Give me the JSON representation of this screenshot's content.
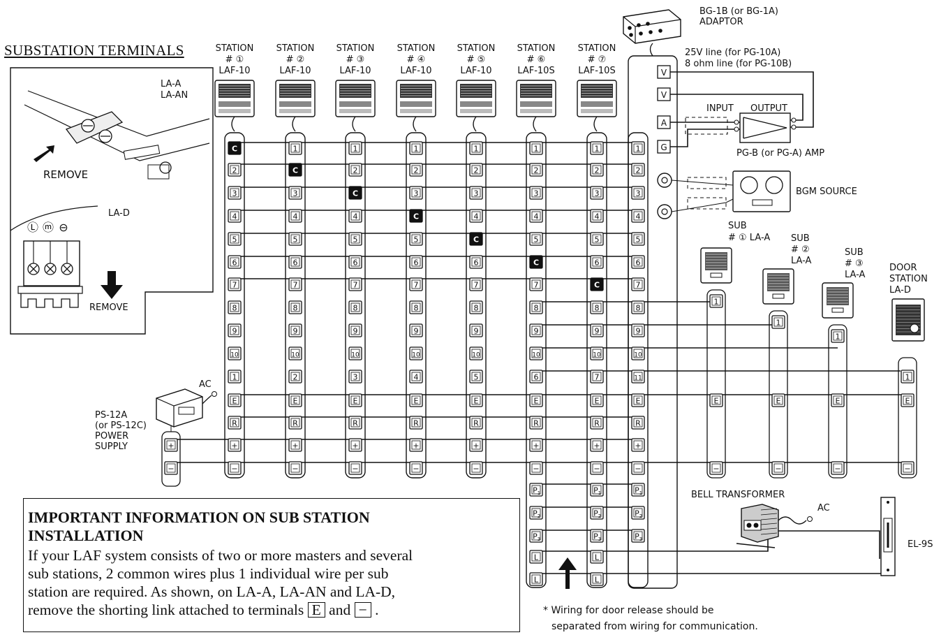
{
  "substation_panel": {
    "title": "SUBSTATION TERMINALS",
    "la_a_label": "LA-A",
    "la_an_label": "LA-AN",
    "remove_top": "REMOVE",
    "la_d_label": "LA-D",
    "remove_bottom": "REMOVE",
    "terminal_symbols": [
      "Ⓛ",
      "ⓜ",
      "⊖"
    ]
  },
  "stations": [
    {
      "line1": "STATION",
      "line2": "# ①",
      "model": "LAF-10"
    },
    {
      "line1": "STATION",
      "line2": "# ②",
      "model": "LAF-10"
    },
    {
      "line1": "STATION",
      "line2": "# ③",
      "model": "LAF-10"
    },
    {
      "line1": "STATION",
      "line2": "# ④",
      "model": "LAF-10"
    },
    {
      "line1": "STATION",
      "line2": "# ⑤",
      "model": "LAF-10"
    },
    {
      "line1": "STATION",
      "line2": "# ⑥",
      "model": "LAF-10S"
    },
    {
      "line1": "STATION",
      "line2": "# ⑦",
      "model": "LAF-10S"
    }
  ],
  "terminal_common_letter": "C",
  "row11_labels": [
    "1",
    "2",
    "3",
    "4",
    "5",
    "6",
    "7",
    "11"
  ],
  "terminals": {
    "numbered": [
      "1",
      "2",
      "3",
      "4",
      "5",
      "6",
      "7",
      "8",
      "9",
      "10"
    ],
    "e": "E",
    "r": "R",
    "plus": "+",
    "minus": "−",
    "p1": "P1",
    "p2": "P2",
    "p3": "P3",
    "l": "L"
  },
  "adaptor": {
    "line1": "BG-1B (or BG-1A)",
    "line2": "ADAPTOR"
  },
  "line_notes": {
    "line1": "25V line (for PG-10A)",
    "line2": "8 ohm line (for PG-10B)"
  },
  "adaptor_terminals": [
    "V",
    "V",
    "A",
    "G"
  ],
  "amp": {
    "input": "INPUT",
    "output": "OUTPUT",
    "label": "PG-B (or PG-A) AMP"
  },
  "bgm": {
    "label": "BGM SOURCE"
  },
  "subs": [
    {
      "line1": "SUB",
      "line2": "# ①  LA-A",
      "line3": ""
    },
    {
      "line1": "SUB",
      "line2": "# ②",
      "line3": "LA-A"
    },
    {
      "line1": "SUB",
      "line2": "# ③",
      "line3": "LA-A"
    }
  ],
  "door": {
    "line1": "DOOR",
    "line2": "STATION",
    "line3": "LA-D"
  },
  "sub_terminals": {
    "one": "1",
    "e": "E",
    "minus": "−"
  },
  "power": {
    "ac": "AC",
    "line1": "PS-12A",
    "line2": "(or PS-12C)",
    "line3": "POWER",
    "line4": "SUPPLY"
  },
  "bell": {
    "label": "BELL TRANSFORMER",
    "ac": "AC"
  },
  "el": {
    "label": "EL-9S"
  },
  "info": {
    "title_line1": "IMPORTANT INFORMATION ON SUB STATION",
    "title_line2": "INSTALLATION",
    "body_line1": "If your LAF system consists of two or more masters and several",
    "body_line2": "sub stations, 2 common wires plus 1 individual wire per sub",
    "body_line3": "station are required.  As shown, on LA-A, LA-AN and LA-D,",
    "body_line4": "remove the shorting link attached to terminals",
    "term_e": "E",
    "term_and": "and",
    "term_minus": "−",
    "period": "."
  },
  "footnote": {
    "line1": "* Wiring for door release should be",
    "line2": "separated from wiring for communication."
  }
}
